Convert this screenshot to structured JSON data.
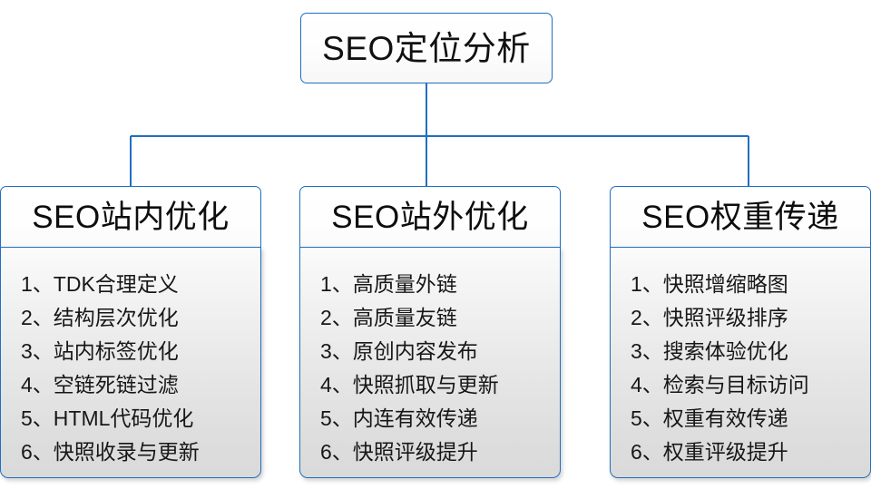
{
  "diagram": {
    "root": {
      "title": "SEO定位分析"
    },
    "branch_colors": {
      "border": "#1f6fc0",
      "connector": "#1f6fc0",
      "body_background": "#e4e4e4",
      "text": "#171717"
    },
    "columns": [
      {
        "header": "SEO站内优化",
        "items": [
          "1、TDK合理定义",
          "2、结构层次优化",
          "3、站内标签优化",
          "4、空链死链过滤",
          "5、HTML代码优化",
          "6、快照收录与更新"
        ]
      },
      {
        "header": "SEO站外优化",
        "items": [
          "1、高质量外链",
          "2、高质量友链",
          "3、原创内容发布",
          "4、快照抓取与更新",
          "5、内连有效传递",
          "6、快照评级提升"
        ]
      },
      {
        "header": "SEO权重传递",
        "items": [
          "1、快照增缩略图",
          "2、快照评级排序",
          "3、搜索体验优化",
          "4、检索与目标访问",
          "5、权重有效传递",
          "6、权重评级提升"
        ]
      }
    ]
  }
}
